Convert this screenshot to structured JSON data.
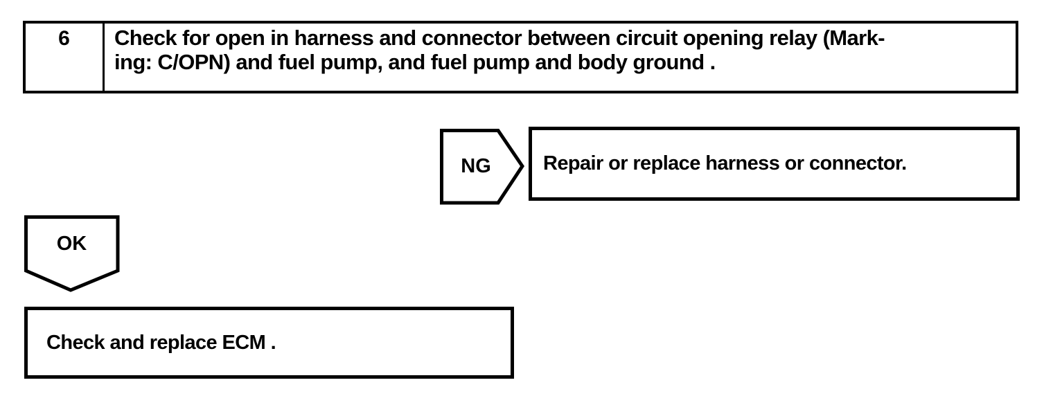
{
  "page": {
    "background_color": "#ffffff",
    "ink_color": "#000000"
  },
  "flowchart": {
    "step_box": {
      "number": "6",
      "instruction_line1": "Check for open in harness and connector between circuit opening relay (Mark-",
      "instruction_line2": "ing: C/OPN) and fuel pump, and fuel pump and body ground ."
    },
    "ng_branch": {
      "label": "NG",
      "action": "Repair or replace harness or connector."
    },
    "ok_branch": {
      "label": "OK",
      "action": "Check and replace ECM ."
    }
  }
}
